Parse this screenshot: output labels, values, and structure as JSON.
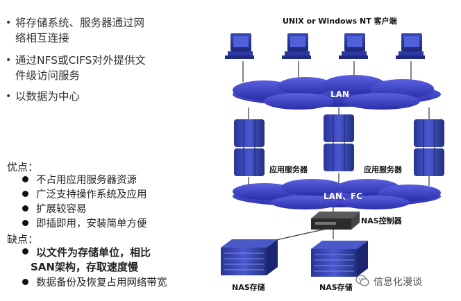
{
  "top_bullets": [
    {
      "line1": "将存储系统、服务器通过网",
      "line2": "络相互连接"
    },
    {
      "line1": "通过NFS或CIFS对外提供文",
      "line2": "件级访问服务"
    },
    {
      "line1": "以数据为中心",
      "line2": ""
    }
  ],
  "pros": {
    "title": "优点：",
    "items": [
      "不占用应用服务器资源",
      "广泛支持操作系统及应用",
      "扩展较容易",
      "即插即用，安装简单方便"
    ]
  },
  "cons": {
    "title": "缺点：",
    "item1_line1": "以文件为存储单位，相比",
    "item1_line2": "SAN架构，存取速度慢",
    "item2": "数据备份及恢复占用网络带宽"
  },
  "diagram": {
    "clients_label": "UNIX or Windows NT 客户端",
    "lan_label": "LAN",
    "app_server_label_1": "应用服务器",
    "app_server_label_2": "应用服务器",
    "lan_fc_label": "LAN、FC",
    "nas_controller_label": "NAS控制器",
    "nas_storage_label_1": "NAS存储",
    "nas_storage_label_2": "NAS存储",
    "cloud_color": "#3a3fc8",
    "device_color": "#2f3aa8"
  },
  "watermark": "信息化漫谈"
}
